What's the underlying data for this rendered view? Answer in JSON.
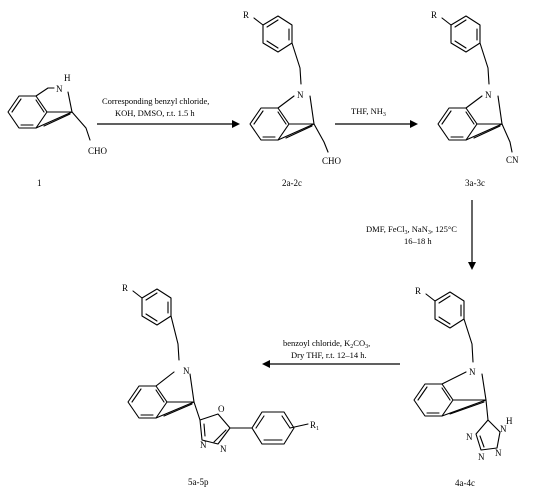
{
  "atoms": {
    "nh": "H",
    "n": "N",
    "cho": "CHO",
    "cn": "CN",
    "r": "R",
    "r1": "R",
    "r1_sub": "1",
    "o": "O",
    "h": "H"
  },
  "compounds": {
    "c1": "1",
    "c2": "2a-2c",
    "c3": "3a-3c",
    "c4": "4a-4c",
    "c5": "5a-5p"
  },
  "conditions": {
    "step1_line1": "Corresponding benzyl chloride,",
    "step1_line2": "KOH, DMSO, r.t. 1.5 h",
    "step2_a": "THF, NH",
    "step2_sub": "3",
    "step3_a": "DMF, FeCl",
    "step3_sub1": "3",
    "step3_b": ", NaN",
    "step3_sub2": "3",
    "step3_c": ", 125°C",
    "step3_line2": "16–18 h",
    "step4_a": "benzoyl chloride, K",
    "step4_sub1": "2",
    "step4_b": "CO",
    "step4_sub2": "3",
    "step4_c": ",",
    "step4_line2": "Dry THF, r.t. 12–14 h."
  }
}
